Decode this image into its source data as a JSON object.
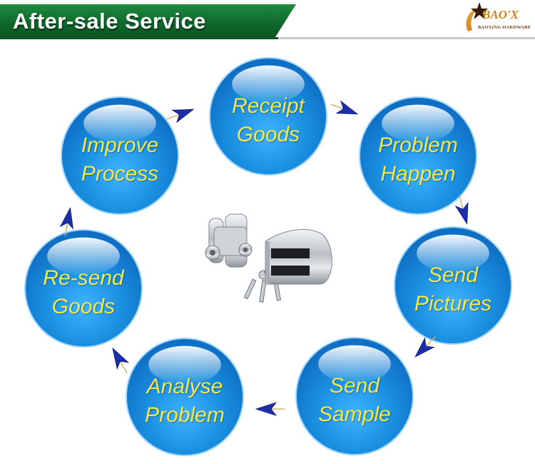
{
  "header": {
    "title": "After-sale Service",
    "accent_color": "#0f6a2c"
  },
  "logo": {
    "brand": "BAO'X",
    "subtitle": "BAOXING HARDWARE",
    "brand_color": "#c8841a"
  },
  "diagram": {
    "node_color": "#1a8fe0",
    "label_color": "#f2e84b",
    "arrow_color": "#1a2fa8",
    "nodes": [
      {
        "id": "receipt-goods",
        "line1": "Receipt",
        "line2": "Goods"
      },
      {
        "id": "problem-happen",
        "line1": "Problem",
        "line2": "Happen"
      },
      {
        "id": "send-pictures",
        "line1": "Send",
        "line2": "Pictures"
      },
      {
        "id": "send-sample",
        "line1": "Send",
        "line2": "Sample"
      },
      {
        "id": "analyse-problem",
        "line1": "Analyse",
        "line2": "Problem"
      },
      {
        "id": "re-send-goods",
        "line1": "Re-send",
        "line2": "Goods"
      },
      {
        "id": "improve-process",
        "line1": "Improve",
        "line2": "Process"
      }
    ]
  },
  "product": {
    "icon": "glass-door-lock-icon"
  }
}
